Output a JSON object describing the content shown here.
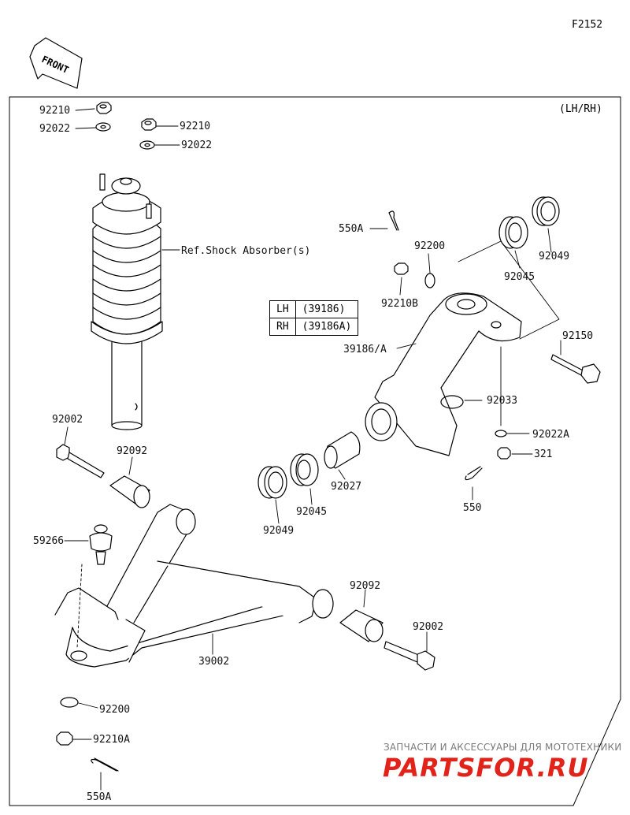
{
  "figure_code": "F2152",
  "side_note": "(LH/RH)",
  "front_label": "FRONT",
  "ref_note": "Ref.Shock Absorber(s)",
  "side_table": [
    {
      "side": "LH",
      "part": "(39186)"
    },
    {
      "side": "RH",
      "part": "(39186A)"
    }
  ],
  "part_labels": {
    "p92210_top": "92210",
    "p92022_top": "92022",
    "p92210_b": "92210",
    "p92022_b": "92022",
    "p550A_top": "550A",
    "p92200_top": "92200",
    "p92210B": "92210B",
    "p92049_top": "92049",
    "p92045_top": "92045",
    "p39186A": "39186/A",
    "p92150": "92150",
    "p92033": "92033",
    "p92022A": "92022A",
    "p321": "321",
    "p550": "550",
    "p92027": "92027",
    "p92045_bot": "92045",
    "p92049_bot": "92049",
    "p92002_top": "92002",
    "p92092_top": "92092",
    "p59266": "59266",
    "p92092_bot": "92092",
    "p92002_bot": "92002",
    "p39002": "39002",
    "p92200_bot": "92200",
    "p92210A": "92210A",
    "p550A_bot": "550A"
  },
  "watermark": {
    "tagline": "ЗАПЧАСТИ И АКСЕССУАРЫ ДЛЯ МОТОТЕХНИКИ",
    "logo": "PARTSFOR.RU",
    "logo_color": "#e2231a"
  }
}
